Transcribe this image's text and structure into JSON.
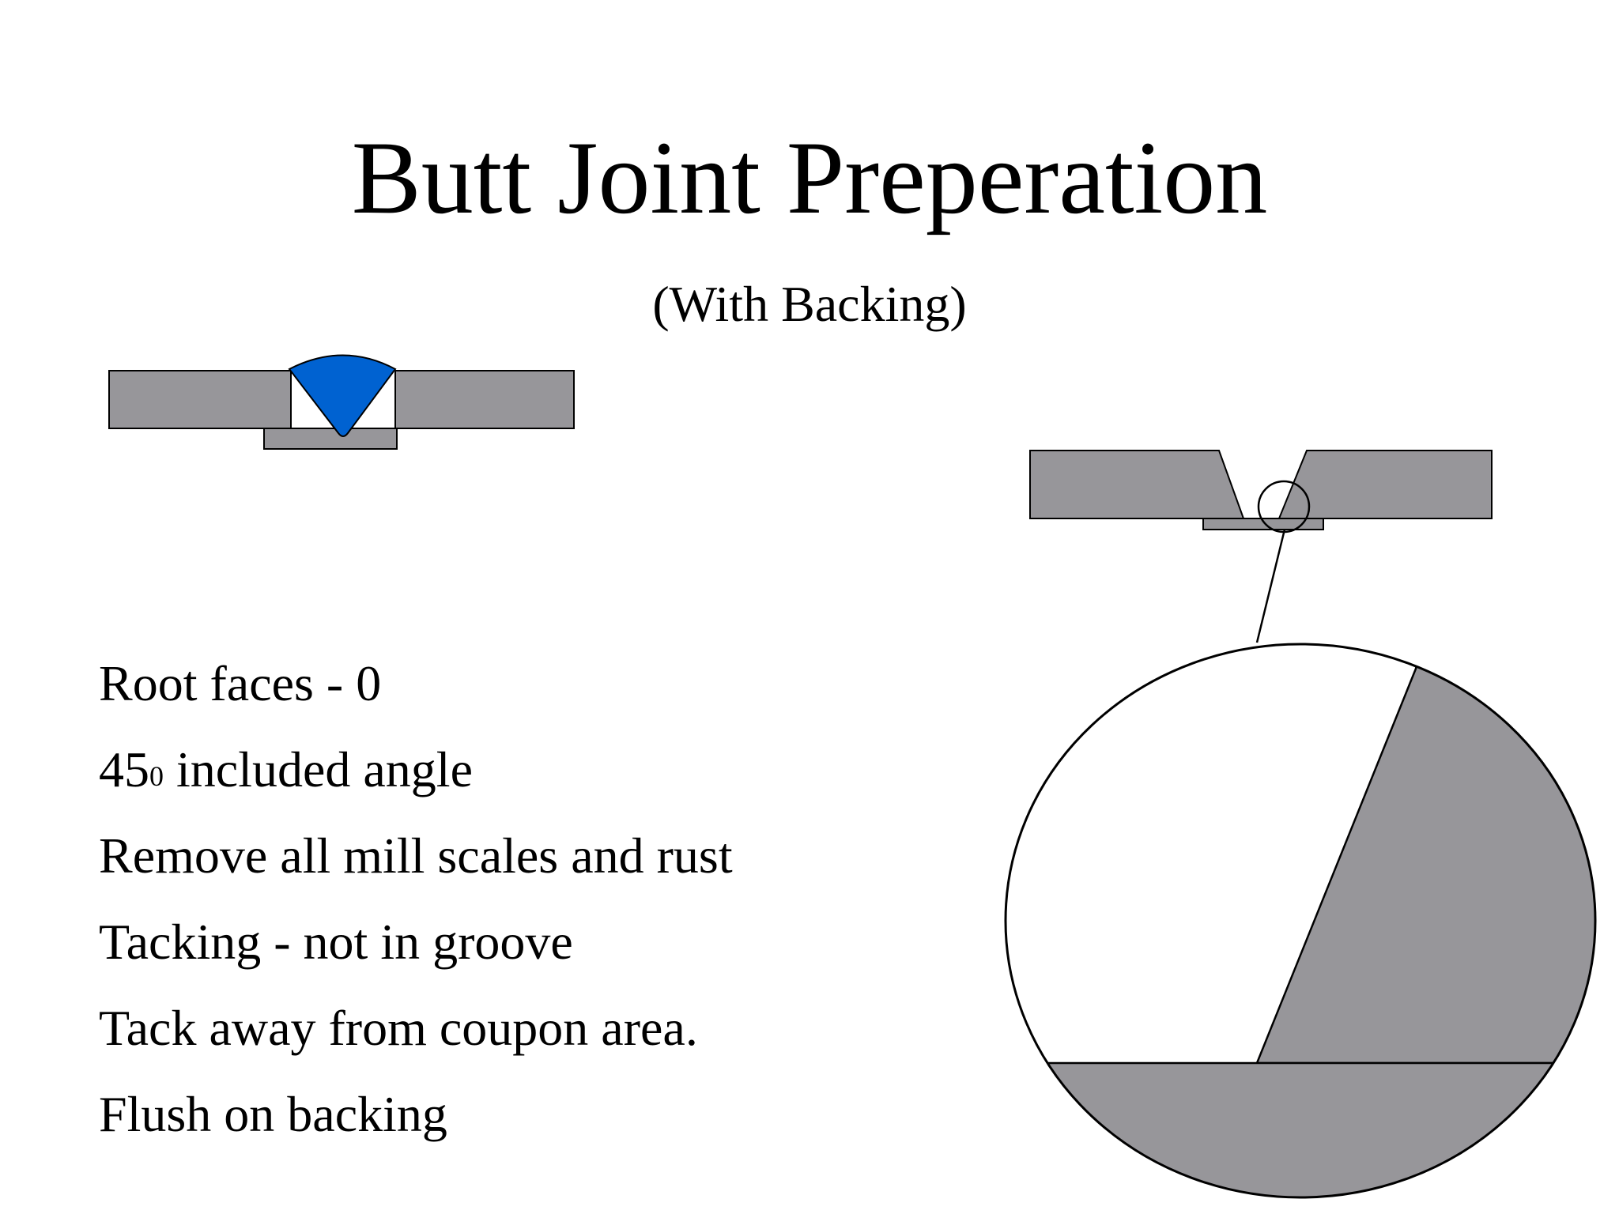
{
  "slide": {
    "title": "Butt Joint Preperation",
    "subtitle": "(With Backing)"
  },
  "notes": [
    {
      "text": "Root faces - 0"
    },
    {
      "text": "45",
      "sup": "0",
      "suffix": " included angle"
    },
    {
      "text": "Remove all mill scales and rust"
    },
    {
      "text": "Tacking - not in groove"
    },
    {
      "text": "Tack away from coupon area."
    },
    {
      "text": "Flush on backing"
    }
  ],
  "colors": {
    "plate_gray": "#97969a",
    "weld_blue": "#0062d1",
    "outline": "#000000",
    "background": "#ffffff"
  }
}
